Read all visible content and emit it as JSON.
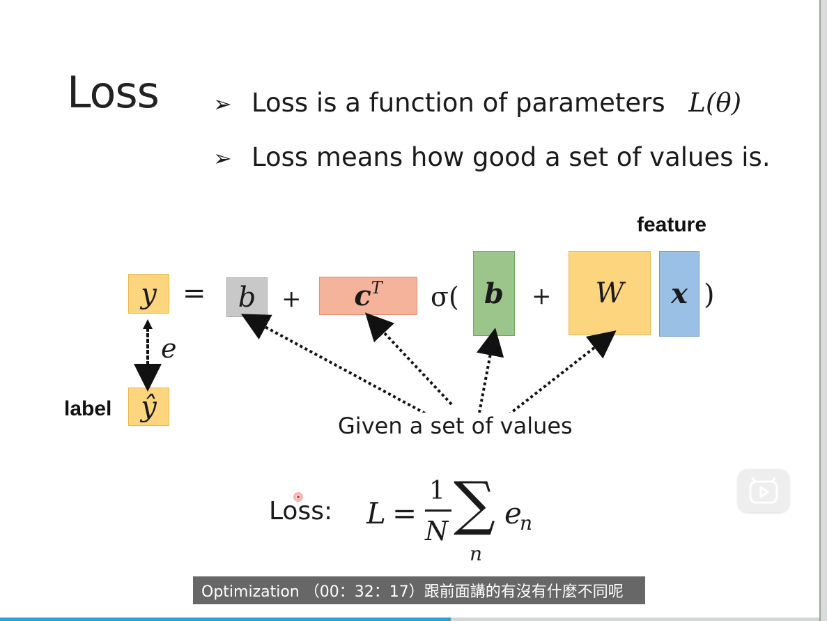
{
  "slide": {
    "title": "Loss",
    "bullets": [
      {
        "text": "Loss is a function of parameters",
        "math": "L(θ)"
      },
      {
        "text": "Loss means how good a set of values is.",
        "math": ""
      }
    ],
    "labels": {
      "feature": "feature",
      "label": "label",
      "given": "Given a set of values",
      "loss_prefix": "Loss:"
    },
    "equation": {
      "y": "y",
      "equals": "=",
      "b1": "b",
      "plus1": "+",
      "c": "c",
      "c_sup": "T",
      "sigma": "σ(",
      "b2": "b",
      "plus2": "+",
      "W": "W",
      "x": "x",
      "close": ")",
      "e": "e",
      "yhat": "ŷ"
    },
    "loss_formula": {
      "L": "L",
      "eq": "=",
      "num": "1",
      "den": "N",
      "sum": "∑",
      "e": "e",
      "sub": "n",
      "under": "n"
    },
    "colors": {
      "yellow": "#fdd57e",
      "gray": "#c8c8c8",
      "orange": "#f4b39a",
      "green": "#9cc58c",
      "blue": "#9bc0e6"
    }
  },
  "player": {
    "caption": "Optimization （00：32：17）跟前面講的有沒有什麼不同呢",
    "progress": 0.55,
    "play_icon": "play-icon"
  }
}
